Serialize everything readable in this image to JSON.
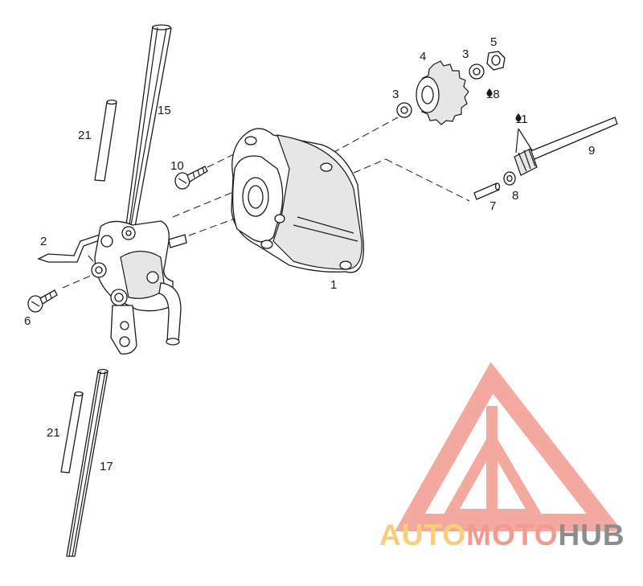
{
  "callouts": {
    "c1": "1",
    "c2": "2",
    "c3a": "3",
    "c3b": "3",
    "c4": "4",
    "c5": "5",
    "c6": "6",
    "c7": "7",
    "c8": "8",
    "c9": "9",
    "c10": "10",
    "c11": "11",
    "c15": "15",
    "c17": "17",
    "c18": "18",
    "c21a": "21",
    "c21b": "21"
  },
  "watermark": {
    "part1": "AUTO",
    "part2": "MOTO",
    "part3": "HUB",
    "colors": {
      "auto": "#f5cf7a",
      "moto": "#f29a90",
      "hub": "#8c8c8c",
      "triangle": "#f29a90"
    }
  },
  "icons": {
    "lubricant": "oil-drop-icon"
  }
}
